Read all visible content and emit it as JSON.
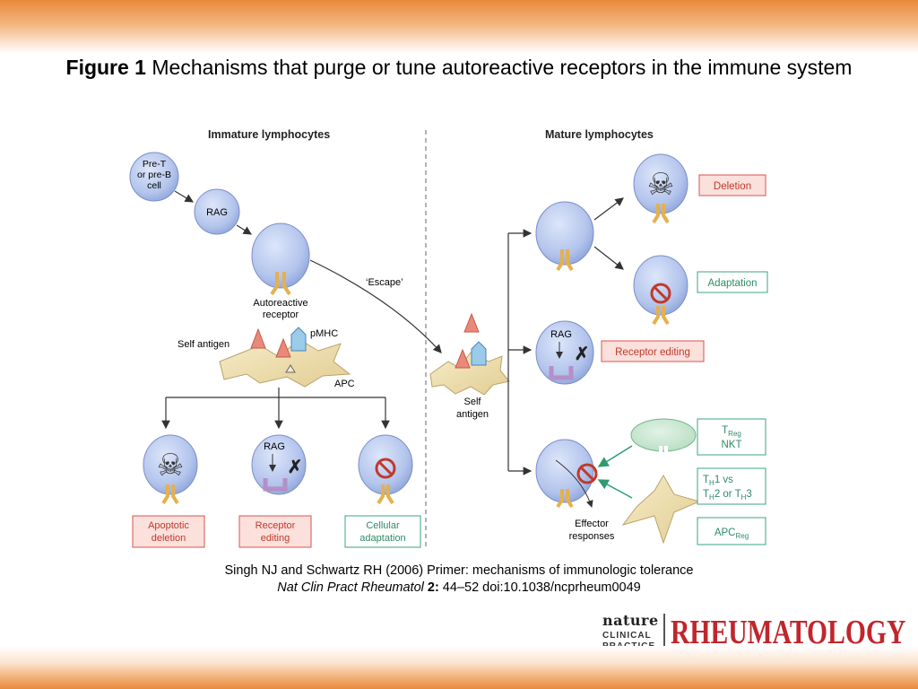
{
  "slide": {
    "title_bold": "Figure 1",
    "title_rest": " Mechanisms that purge or tune autoreactive receptors in the immune system",
    "citation_line1": "Singh NJ and Schwartz RH (2006) Primer: mechanisms of immunologic tolerance",
    "citation_journal": "Nat Clin Pract Rheumatol",
    "citation_volume": " 2:",
    "citation_rest": " 44–52 doi:10.1038/ncprheum0049"
  },
  "figure": {
    "left_header": "Immature lymphocytes",
    "right_header": "Mature lymphocytes",
    "pre_cell": [
      "Pre-T",
      "or pre-B",
      "cell"
    ],
    "rag": "RAG",
    "autoreactive": [
      "Autoreactive",
      "receptor"
    ],
    "self_antigen": "Self antigen",
    "pmhc": "pMHC",
    "apc": "APC",
    "escape": "‘Escape’",
    "self_antigen_right": [
      "Self",
      "antigen"
    ],
    "left_outcomes": [
      {
        "lines": [
          "Apoptotic",
          "deletion"
        ]
      },
      {
        "lines": [
          "Receptor",
          "editing"
        ]
      },
      {
        "lines": [
          "Cellular",
          "adaptation"
        ]
      }
    ],
    "right_outcomes": {
      "deletion": "Deletion",
      "adaptation": "Adaptation",
      "receptor_editing": "Receptor editing"
    },
    "treg_box": {
      "t": "T",
      "reg": "Reg",
      "nkt": "NKT"
    },
    "th_box": {
      "line1_t": "T",
      "line1_h": "H",
      "line1_rest": "1 vs",
      "line2_t": "T",
      "line2_h": "H",
      "line2_mid": "2 or T",
      "line2_h2": "H",
      "line2_end": "3"
    },
    "apc_reg": {
      "apc": "APC",
      "reg": "Reg"
    },
    "effector": [
      "Effector",
      "responses"
    ]
  },
  "logo": {
    "nature": "nature",
    "clinical": "CLINICAL",
    "practice": "PRACTICE",
    "rheumatology": "RHEUMATOLOGY"
  },
  "colors": {
    "band": "#e98a3c",
    "cell_fill": "#b9c9ee",
    "receptor": "#e6b04a",
    "red_box": "#d9534f",
    "green_box": "#3aa57d",
    "logo_red": "#c0262c"
  }
}
